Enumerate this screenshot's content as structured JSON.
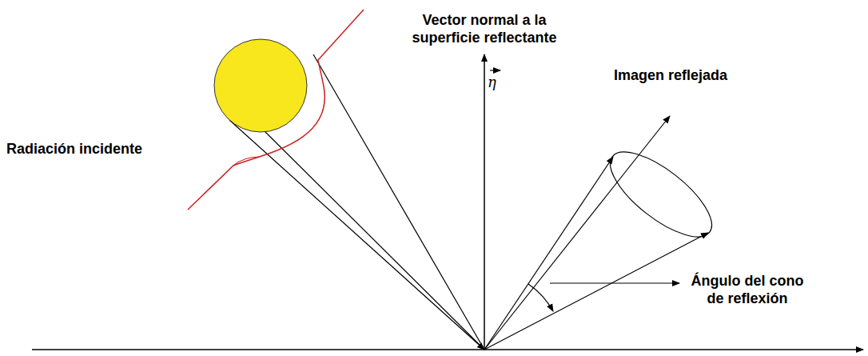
{
  "diagram": {
    "labels": [
      "Vector normal a la superficie reflectante",
      "η",
      "Radiación incidente",
      "Imagen reflejada",
      "Ángulo del cono de reflexión"
    ]
  }
}
